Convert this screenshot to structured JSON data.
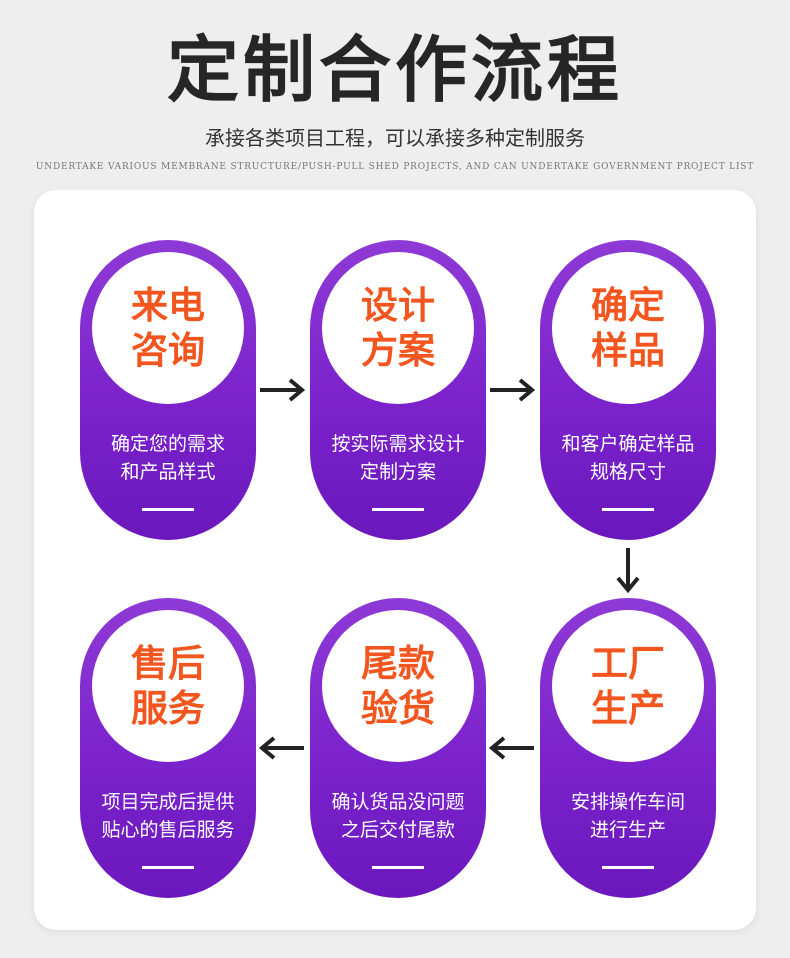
{
  "header": {
    "title": "定制合作流程",
    "subtitle": "承接各类项目工程，可以承接多种定制服务",
    "tagline": "UNDERTAKE VARIOUS MEMBRANE STRUCTURE/PUSH-PULL SHED PROJECTS, AND CAN UNDERTAKE GOVERNMENT PROJECT LIST"
  },
  "steps": [
    {
      "title1": "来电",
      "title2": "咨询",
      "desc1": "确定您的需求",
      "desc2": "和产品样式"
    },
    {
      "title1": "设计",
      "title2": "方案",
      "desc1": "按实际需求设计",
      "desc2": "定制方案"
    },
    {
      "title1": "确定",
      "title2": "样品",
      "desc1": "和客户确定样品",
      "desc2": "规格尺寸"
    },
    {
      "title1": "工厂",
      "title2": "生产",
      "desc1": "安排操作车间",
      "desc2": "进行生产"
    },
    {
      "title1": "尾款",
      "title2": "验货",
      "desc1": "确认货品没问题",
      "desc2": "之后交付尾款"
    },
    {
      "title1": "售后",
      "title2": "服务",
      "desc1": "项目完成后提供",
      "desc2": "贴心的售后服务"
    }
  ],
  "colors": {
    "background": "#eeeeee",
    "card": "#ffffff",
    "accent_purple": "#7b22cc",
    "title_orange": "#f2551d",
    "heading": "#262626",
    "arrow": "#222222"
  },
  "icons": {
    "arrow_right": "arrow-right-icon",
    "arrow_down": "arrow-down-icon",
    "arrow_left": "arrow-left-icon"
  }
}
